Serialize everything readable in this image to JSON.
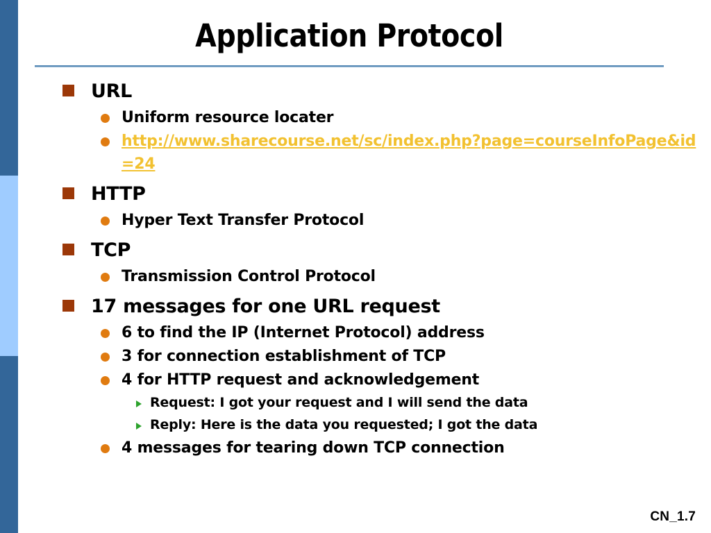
{
  "slide": {
    "title": "Application Protocol",
    "footer": "CN_1.7",
    "accent_colors": {
      "sidebar_dark": "#336699",
      "sidebar_light": "#9FCCFF",
      "rule": "#5B8DB8",
      "bullet_square": "#9C3808",
      "bullet_circle": "#E07B10",
      "bullet_triangle": "#2DA32D",
      "hyperlink": "#F2C130"
    }
  },
  "outline": {
    "url_heading": "URL",
    "url_sub_1": "Uniform resource locater",
    "url_link": "http://www.sharecourse.net/sc/index.php?page=courseInfoPage&id=24",
    "http_heading": "HTTP",
    "http_sub_1": "Hyper Text Transfer Protocol",
    "tcp_heading": "TCP",
    "tcp_sub_1": "Transmission Control Protocol",
    "messages_heading": "17 messages for one URL request",
    "messages_sub_1": "6 to find the IP (Internet Protocol) address",
    "messages_sub_2": "3 for connection establishment of TCP",
    "messages_sub_3": "4 for HTTP request and acknowledgement",
    "messages_sub_3_a": "Request: I got your request and I will send the data",
    "messages_sub_3_b": "Reply: Here is the data you requested; I got the data",
    "messages_sub_4": "4 messages for tearing down TCP connection"
  }
}
